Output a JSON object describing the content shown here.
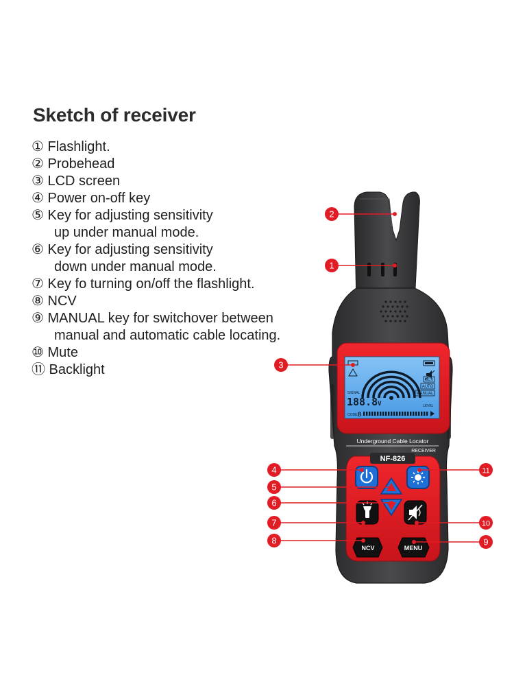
{
  "title": "Sketch of receiver",
  "legend": [
    {
      "marker": "①",
      "lines": [
        "Flashlight."
      ]
    },
    {
      "marker": "②",
      "lines": [
        "Probehead"
      ]
    },
    {
      "marker": "③",
      "lines": [
        "LCD screen"
      ]
    },
    {
      "marker": "④",
      "lines": [
        "Power on-off key"
      ]
    },
    {
      "marker": "⑤",
      "lines": [
        "Key for adjusting sensitivity",
        "up under manual mode."
      ]
    },
    {
      "marker": "⑥",
      "lines": [
        "Key for adjusting sensitivity",
        "down under manual mode."
      ]
    },
    {
      "marker": "⑦",
      "lines": [
        "Key fo turning on/off the flashlight."
      ]
    },
    {
      "marker": "⑧",
      "lines": [
        "NCV"
      ]
    },
    {
      "marker": "⑨",
      "lines": [
        "MANUAL key for switchover between",
        "manual and automatic cable locating."
      ]
    },
    {
      "marker": "⑩",
      "lines": [
        "Mute"
      ]
    },
    {
      "marker": "⑪",
      "lines": [
        "Backlight"
      ]
    }
  ],
  "device": {
    "product_line": "Underground  Cable  Locator",
    "unit": "RECEIVER",
    "model": "NF-826",
    "lcd": {
      "signal_label": "SIGNAL",
      "signal_value": "188.8",
      "signal_unit": "V",
      "level_label": "LEVEL",
      "code_label": "CODE",
      "code_value": "8",
      "tags": [
        "NCV",
        "AUTO",
        "MANUAL"
      ]
    },
    "buttons": {
      "ncv": "NCV",
      "menu": "MENU"
    }
  },
  "callouts": [
    "1",
    "2",
    "3",
    "4",
    "5",
    "6",
    "7",
    "8",
    "9",
    "10",
    "11"
  ],
  "colors": {
    "accent_red": "#e21c24",
    "lcd_blue": "#5aa7ea",
    "key_blue": "#1e6fd6",
    "body": "#3b3b3d"
  }
}
